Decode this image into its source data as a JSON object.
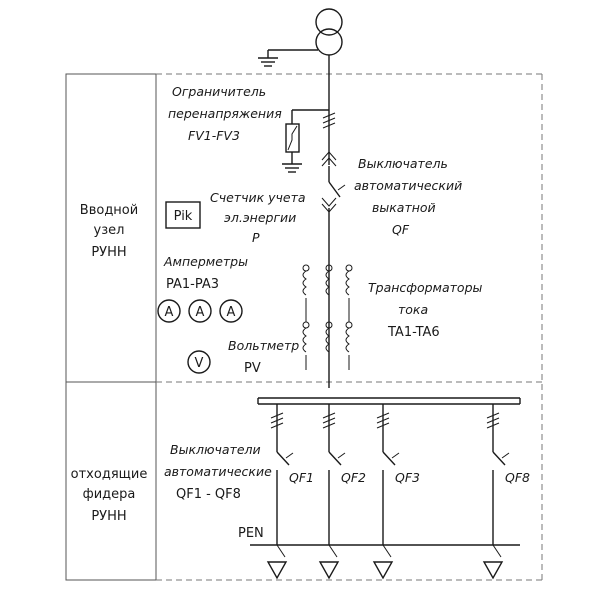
{
  "sections": {
    "input_node": [
      "Вводной",
      "узел",
      "РУНН"
    ],
    "outgoing_feeders": [
      "отходящие",
      "фидера",
      "РУНН"
    ]
  },
  "labels": {
    "surge_limiter": [
      "Ограничитель",
      "перенапряжения",
      "FV1-FV3"
    ],
    "breaker": [
      "Выключатель",
      "автоматический",
      "выкатной",
      "QF"
    ],
    "meter": [
      "Счетчик учета",
      "эл.энергии",
      "P"
    ],
    "meter_box": "Pik",
    "ammeters": [
      "Амперметры",
      "PA1-PA3"
    ],
    "ammeter_symbol": "A",
    "voltmeter": [
      "Вольтметр",
      "PV"
    ],
    "voltmeter_symbol": "V",
    "current_transformers": [
      "Трансформаторы",
      "тока",
      "TA1-TA6"
    ],
    "feeder_breakers": [
      "Выключатели",
      "автоматические",
      "QF1 - QF8"
    ],
    "pen": "PEN"
  },
  "feeders": [
    "QF1",
    "QF2",
    "QF3",
    "QF8"
  ]
}
